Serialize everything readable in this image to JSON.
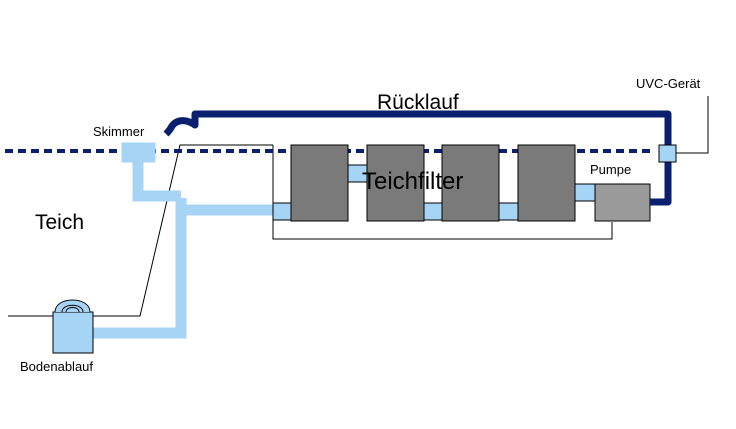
{
  "labels": {
    "ruecklauf": "Rücklauf",
    "uvc": "UVC-Gerät",
    "skimmer": "Skimmer",
    "teichfilter": "Teichfilter",
    "pumpe": "Pumpe",
    "teich": "Teich",
    "bodenablauf": "Bodenablauf"
  },
  "colors": {
    "return_pipe": "#0a1f6e",
    "water_line": "#0a1f6e",
    "intake_pipe": "#a6d4f5",
    "filter_chamber": "#7a7a7a",
    "pump_body": "#9a9a9a",
    "outline": "#000000"
  },
  "icons": {
    "bodenablauf": "drain-bowl-icon",
    "skimmer": "skimmer-box-icon"
  }
}
